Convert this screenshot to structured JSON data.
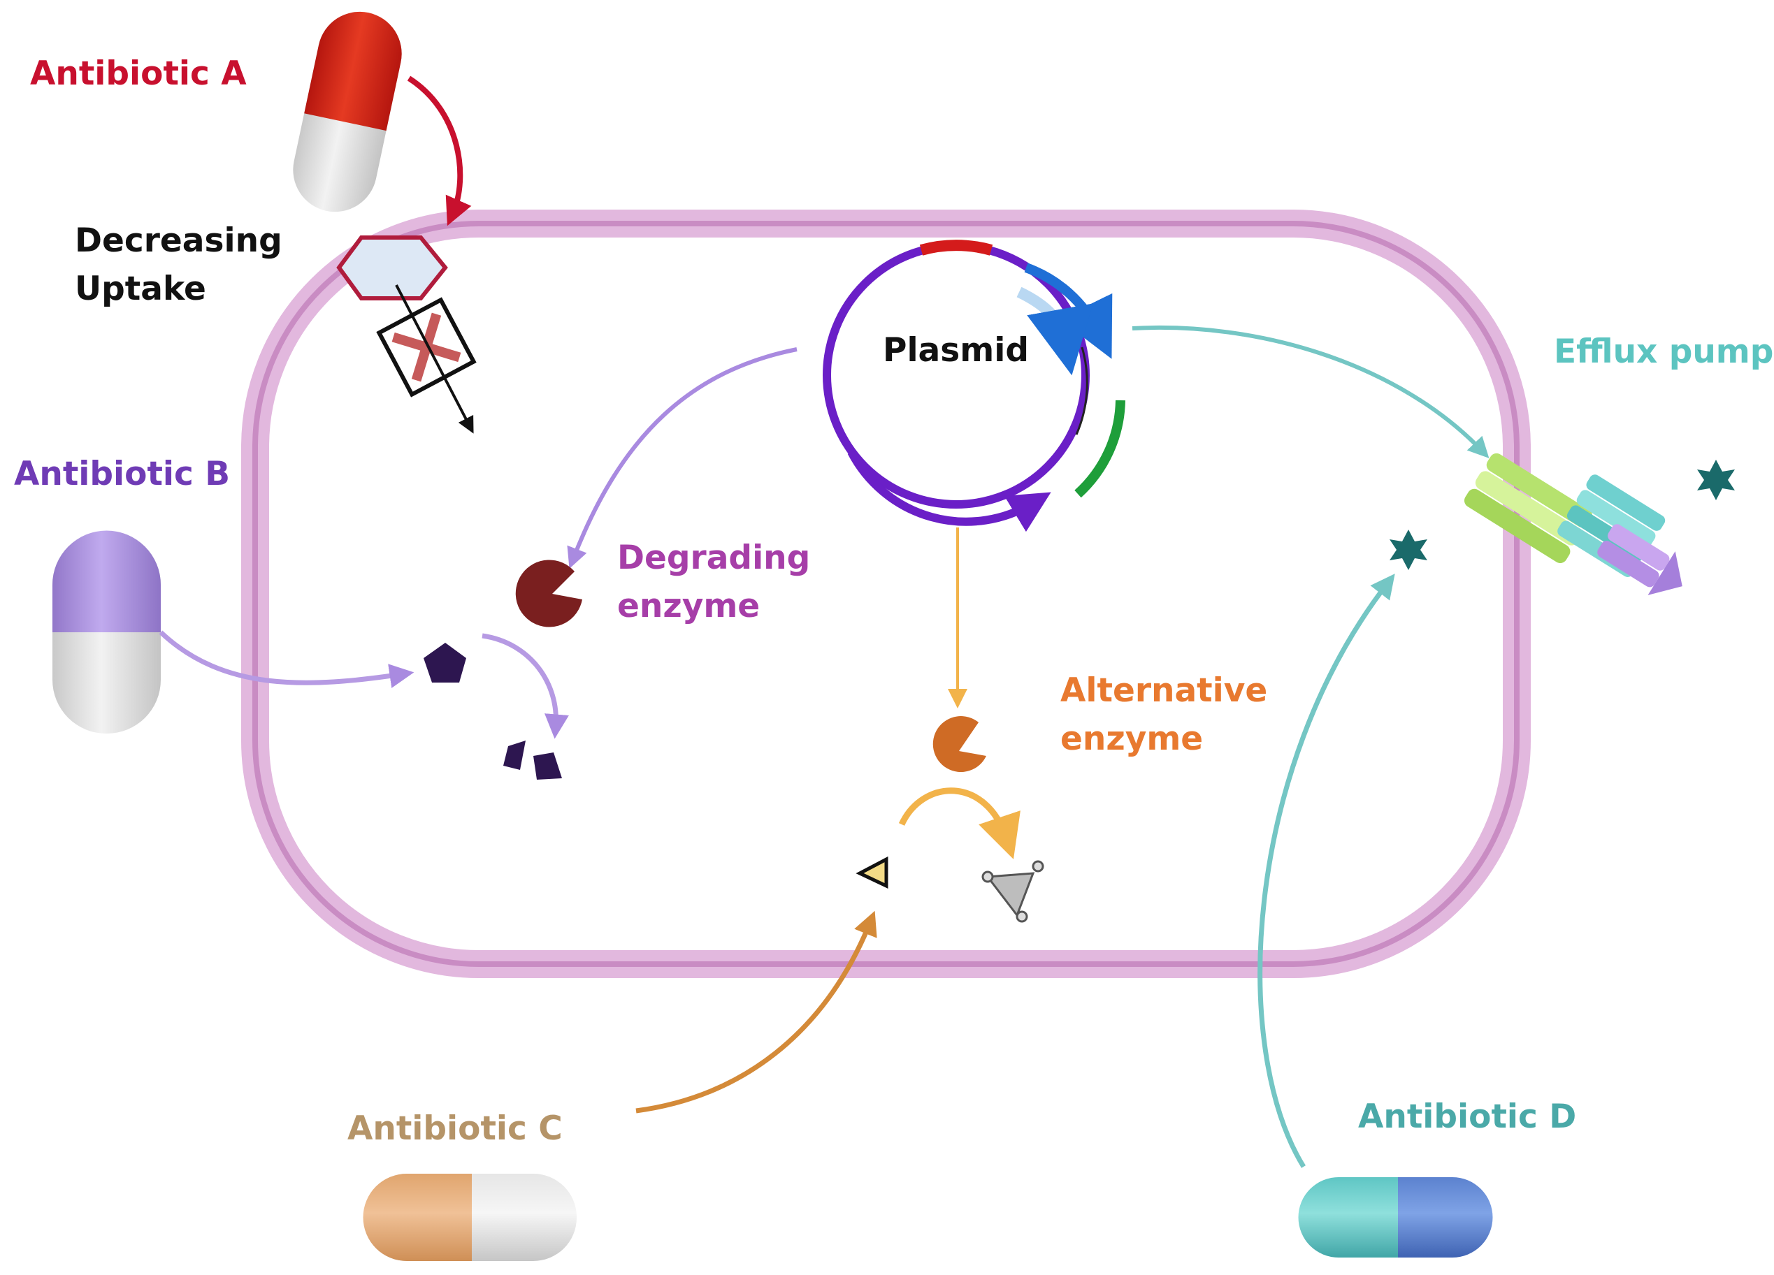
{
  "labels": {
    "antibiotic_a": "Antibiotic A",
    "decreasing_uptake_line1": "Decreasing",
    "decreasing_uptake_line2": "Uptake",
    "antibiotic_b": "Antibiotic B",
    "plasmid": "Plasmid",
    "degrading_enzyme_line1": "Degrading",
    "degrading_enzyme_line2": "enzyme",
    "alternative_enzyme_line1": "Alternative",
    "alternative_enzyme_line2": "enzyme",
    "efflux_pump": "Efflux pump",
    "antibiotic_c": "Antibiotic C",
    "antibiotic_d": "Antibiotic D"
  },
  "icons": [
    "capsule-icon",
    "hexagon-porin-icon",
    "blocked-channel-icon",
    "plasmid-icon",
    "enzyme-icon",
    "pentagon-drug-icon",
    "triangle-drug-icon",
    "star-molecule-icon",
    "efflux-pump-icon"
  ],
  "colors": {
    "antibiotic_a": "#c8102e",
    "antibiotic_b": "#6f3bb5",
    "antibiotic_c": "#b59468",
    "antibiotic_d": "#4aa9a8",
    "degrading_enzyme": "#a63ea8",
    "alternative_enzyme": "#e8792f",
    "efflux_pump": "#5cc4c0",
    "membrane": "#d9a6d3",
    "plasmid": "#6a1fc7",
    "text_dark": "#111111"
  }
}
